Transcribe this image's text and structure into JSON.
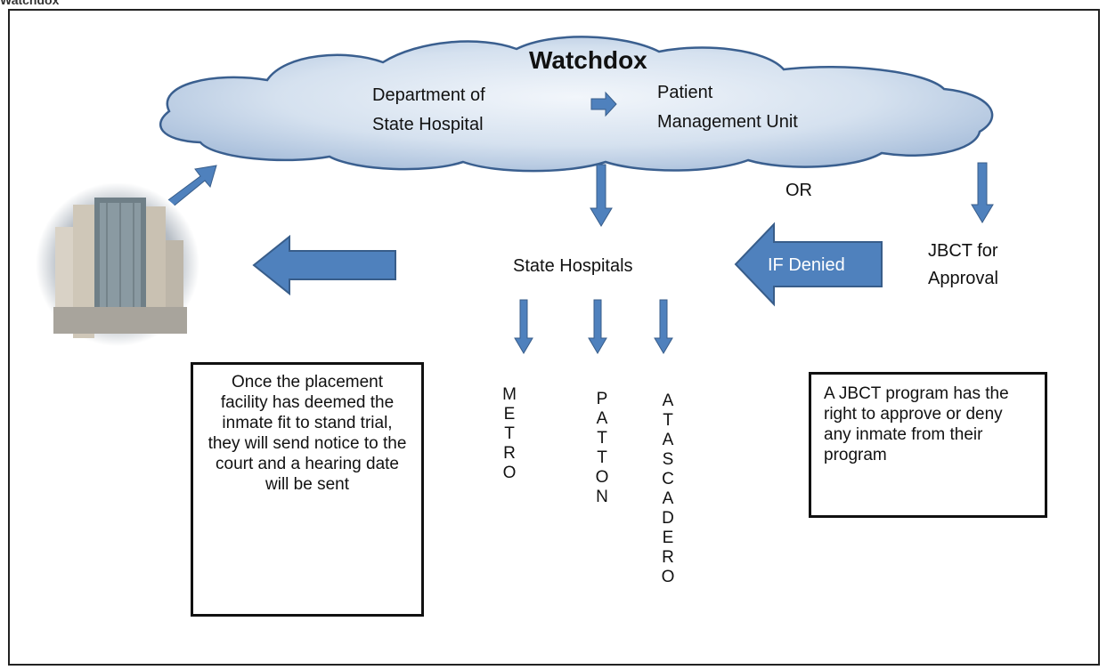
{
  "caption_partial": "Watchdox",
  "cloud": {
    "title": "Watchdox",
    "left_line1": "Department of",
    "left_line2": "State Hospital",
    "right_line1": "Patient",
    "right_line2": "Management Unit"
  },
  "or_label": "OR",
  "state_hospitals": "State Hospitals",
  "if_denied": "IF Denied",
  "jbct": {
    "line1": "JBCT for",
    "line2": "Approval"
  },
  "hospitals": [
    {
      "name": "METRO"
    },
    {
      "name": "PATTON"
    },
    {
      "name": "ATASCADERO"
    }
  ],
  "left_note": "Once the placement facility has deemed the inmate fit to stand trial, they will send notice to the court and a hearing date will be sent",
  "right_note": "A JBCT program has the right to approve or deny any inmate from their program",
  "colors": {
    "arrow_fill": "#4f81bd",
    "arrow_stroke": "#385d8a",
    "cloud_light": "#e6eef8",
    "cloud_dark": "#a9bfdb",
    "cloud_stroke": "#3a5f8f"
  }
}
